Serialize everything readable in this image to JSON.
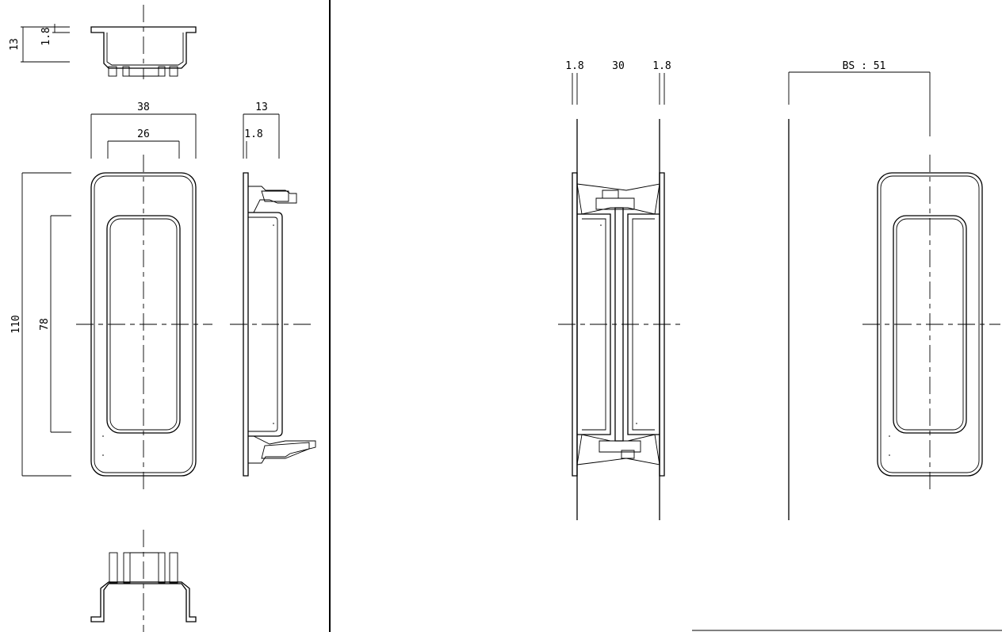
{
  "dimensions": {
    "top_height": "13",
    "top_wall": "1.8",
    "outer_width": "38",
    "inner_width": "26",
    "side_depth": "13",
    "side_wall": "1.8",
    "overall_height": "110",
    "inner_height": "78",
    "door_face_left": "1.8",
    "door_thickness": "30",
    "door_face_right": "1.8",
    "backset": "BS : 51"
  }
}
